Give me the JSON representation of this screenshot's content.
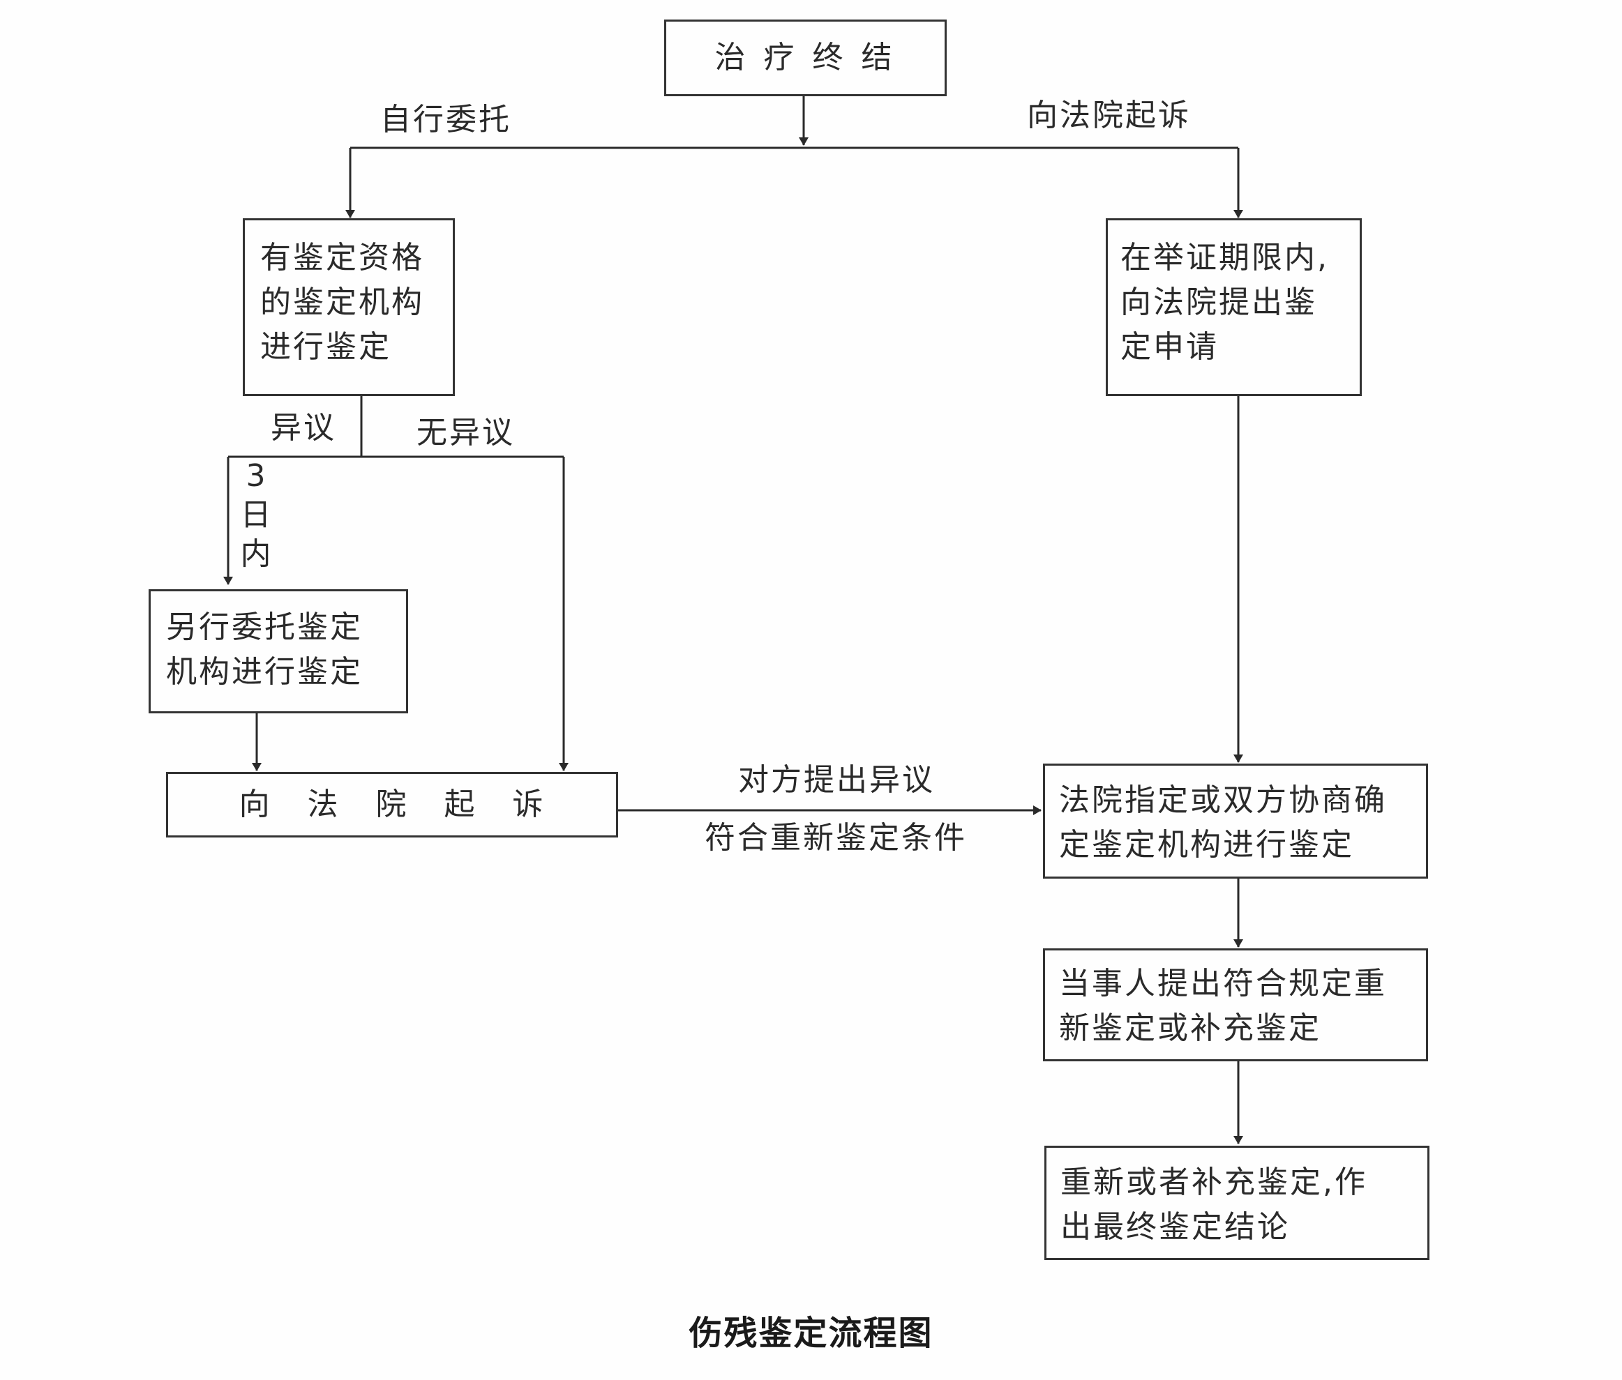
{
  "diagram": {
    "caption": "伤残鉴定流程图",
    "nodes": {
      "treatment_end": "治 疗 终 结",
      "qualified_institution": "有鉴定资格\n的鉴定机构\n进行鉴定",
      "court_request": "在举证期限内,\n向法院提出鉴\n定申请",
      "other_institution": "另行委托鉴定\n机构进行鉴定",
      "sue_court": "向   法   院   起   诉",
      "court_designate": "法院指定或双方协商确\n定鉴定机构进行鉴定",
      "party_request": "当事人提出符合规定重\n新鉴定或补充鉴定",
      "final_conclusion": "重新或者补充鉴定,作\n出最终鉴定结论"
    },
    "edge_labels": {
      "self_entrust": "自行委托",
      "sue_in_court": "向法院起诉",
      "objection": "异议",
      "no_objection": "无异议",
      "within_3_days": "3\n日\n内",
      "other_party_objects": "对方提出异议",
      "meets_conditions": "符合重新鉴定条件"
    }
  }
}
